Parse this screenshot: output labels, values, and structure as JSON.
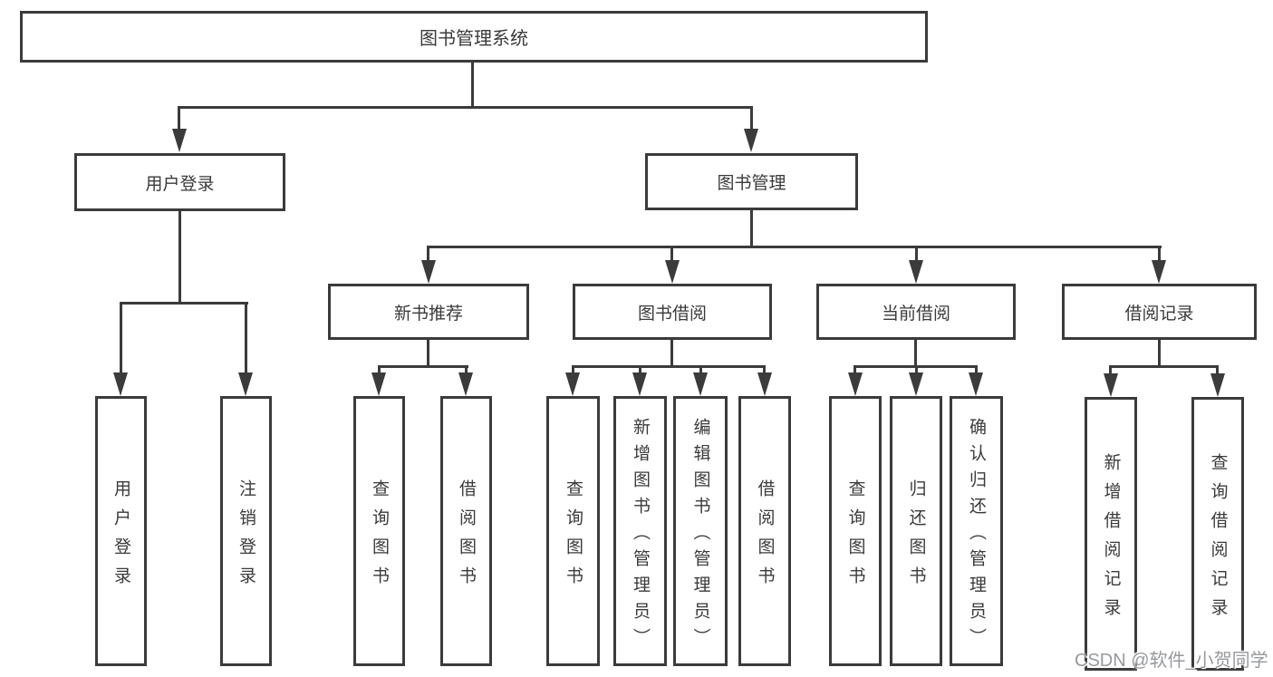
{
  "diagram_title": "图书管理系统",
  "nodes": {
    "root": "图书管理系统",
    "l1": [
      "用户登录",
      "图书管理"
    ],
    "l2": [
      "新书推荐",
      "图书借阅",
      "当前借阅",
      "借阅记录"
    ],
    "leaves_user": [
      "用户登录",
      "注销登录"
    ],
    "leaves_newbook": [
      "查询图书",
      "借阅图书"
    ],
    "leaves_borrow": [
      "查询图书",
      "新增图书（管理员）",
      "编辑图书（管理员）",
      "借阅图书"
    ],
    "leaves_current": [
      "查询图书",
      "归还图书",
      "确认归还（管理员）"
    ],
    "leaves_records": [
      "新增借阅记录",
      "查询借阅记录"
    ]
  },
  "watermark": {
    "text": "CSDN @软件_小贺同学"
  },
  "colors": {
    "line": "#3b3b3b",
    "text": "#3a3a3a",
    "background": "#ffffff",
    "watermark": "#97999c"
  }
}
